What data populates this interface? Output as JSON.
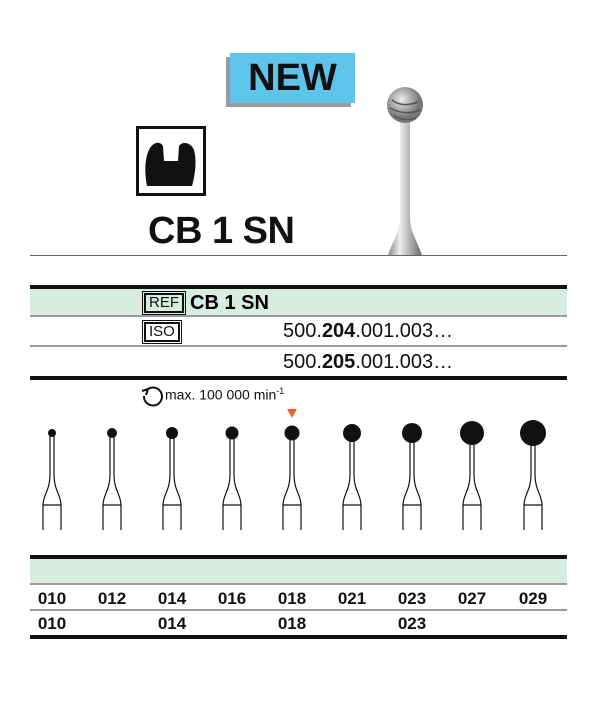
{
  "badge": "NEW",
  "product": {
    "name": "CB 1 SN"
  },
  "table": {
    "ref_label": "REF",
    "ref_value": "CB 1 SN",
    "iso_label": "ISO",
    "iso_rows": [
      {
        "prefix": "500.",
        "bold": "204",
        "suffix": ".001.003…"
      },
      {
        "prefix": "500.",
        "bold": "205",
        "suffix": ".001.003…"
      }
    ]
  },
  "speed": {
    "text": "max. 100 000 min",
    "sup": "-1"
  },
  "marker_color": "#f26522",
  "marker_index": 4,
  "sizes_row1": [
    "010",
    "012",
    "014",
    "016",
    "018",
    "021",
    "023",
    "027",
    "029"
  ],
  "sizes_row2": [
    "010",
    "",
    "014",
    "",
    "018",
    "",
    "023",
    "",
    ""
  ]
}
